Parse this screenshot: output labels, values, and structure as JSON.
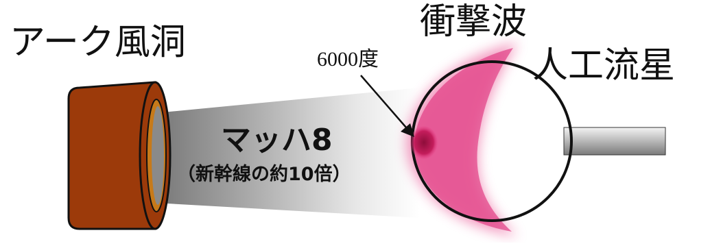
{
  "labels": {
    "arc_tunnel": "アーク風洞",
    "shock_wave": "衝撃波",
    "artificial_meteor": "人工流星",
    "temperature": "6000度",
    "mach": "マッハ8",
    "comparison": "（新幹線の約10倍）"
  },
  "colors": {
    "tunnel_body": "#9c3a0a",
    "tunnel_ring": "#c77a1a",
    "shock_glow": "#e8448a",
    "hot_spot": "#b3124a",
    "rod": "#aaaaaa",
    "outline": "#111111"
  }
}
